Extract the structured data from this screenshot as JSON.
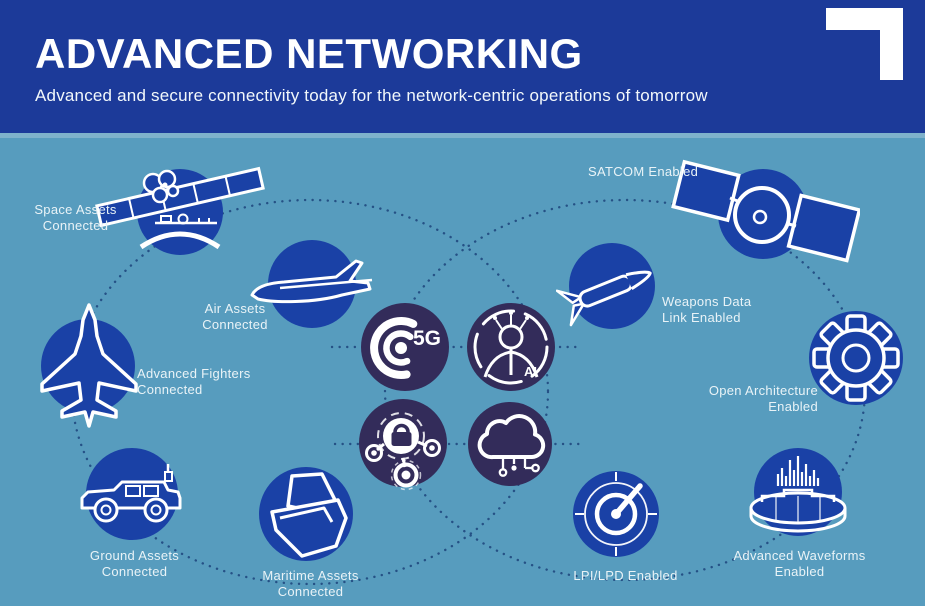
{
  "header": {
    "title": "ADVANCED NETWORKING",
    "subtitle": "Advanced and secure connectivity today for the network-centric operations of tomorrow"
  },
  "logo": "corner-bracket-logo",
  "colors": {
    "header_bg": "#1c3a99",
    "body_bg": "#579cbe",
    "node_circle_blue": "#1a41a6",
    "core_circle_purple": "#332c5a",
    "icon_stroke": "#ffffff",
    "dotted_ring": "#20497f",
    "label_text": "#e9f3f7"
  },
  "nodes": [
    {
      "label_line1": "Space Assets",
      "label_line2": "Connected",
      "icon": "space-satellite-icon"
    },
    {
      "label_line1": "Air Assets",
      "label_line2": "Connected",
      "icon": "drone-icon"
    },
    {
      "label_line1": "Advanced Fighters",
      "label_line2": "Connected",
      "icon": "fighter-jet-icon"
    },
    {
      "label_line1": "Ground Assets",
      "label_line2": "Connected",
      "icon": "ground-vehicle-icon"
    },
    {
      "label_line1": "Maritime Assets",
      "label_line2": "Connected",
      "icon": "ship-icon"
    },
    {
      "label_line1": "SATCOM Enabled",
      "label_line2": "",
      "icon": "satcom-satellite-icon"
    },
    {
      "label_line1": "Weapons Data",
      "label_line2": "Link Enabled",
      "icon": "missile-icon"
    },
    {
      "label_line1": "Open Architecture",
      "label_line2": "Enabled",
      "icon": "gear-icon"
    },
    {
      "label_line1": "Advanced Waveforms",
      "label_line2": "Enabled",
      "icon": "waveform-icon"
    },
    {
      "label_line1": "LPI/LPD Enabled",
      "label_line2": "",
      "icon": "radar-icon"
    }
  ],
  "core": {
    "five_g_label": "5G",
    "ai_label": "AI",
    "icons": [
      "5g-signal-icon",
      "ai-icon",
      "secure-network-lock-icon",
      "cloud-network-icon"
    ]
  }
}
